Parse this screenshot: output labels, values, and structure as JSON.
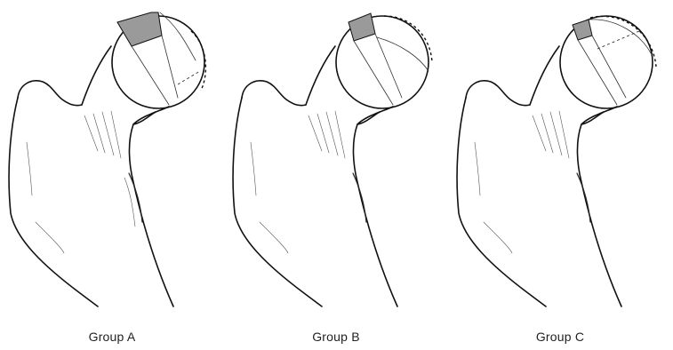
{
  "figure": {
    "panels": [
      {
        "id": "a",
        "label": "Group A",
        "shaded_region": "large"
      },
      {
        "id": "b",
        "label": "Group B",
        "shaded_region": "medium"
      },
      {
        "id": "c",
        "label": "Group C",
        "shaded_region": "small"
      }
    ]
  }
}
